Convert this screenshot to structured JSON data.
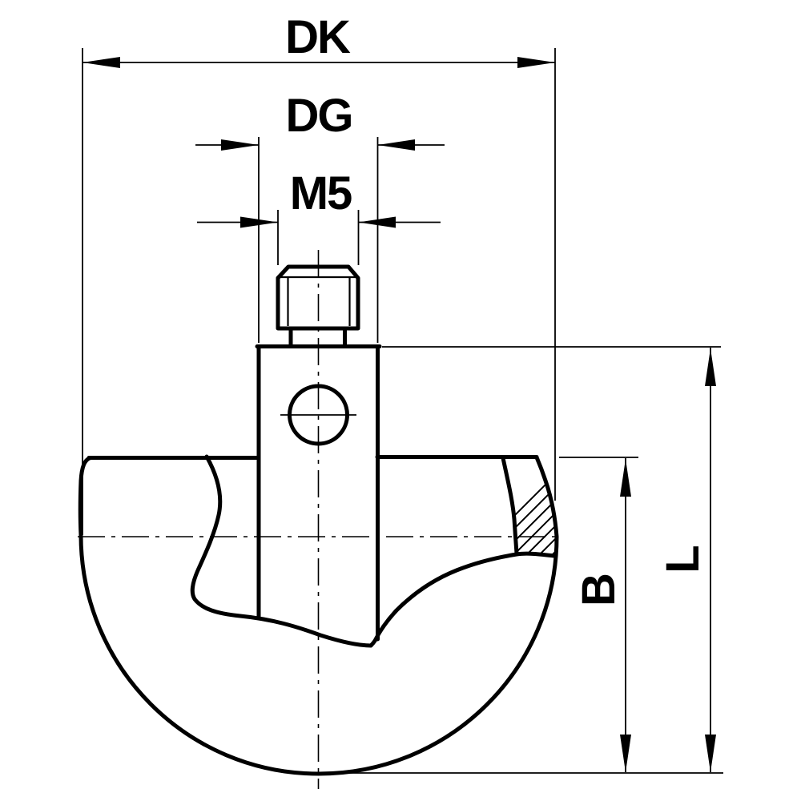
{
  "drawing": {
    "kind": "technical dimension drawing",
    "background_color": "#ffffff",
    "line_color": "#000000",
    "dimensions": {
      "disc_diameter": {
        "label": "DK"
      },
      "stem_diameter": {
        "label": "DG"
      },
      "thread": {
        "label": "M5"
      },
      "disc_height": {
        "label": "B"
      },
      "overall_length": {
        "label": "L"
      }
    }
  }
}
